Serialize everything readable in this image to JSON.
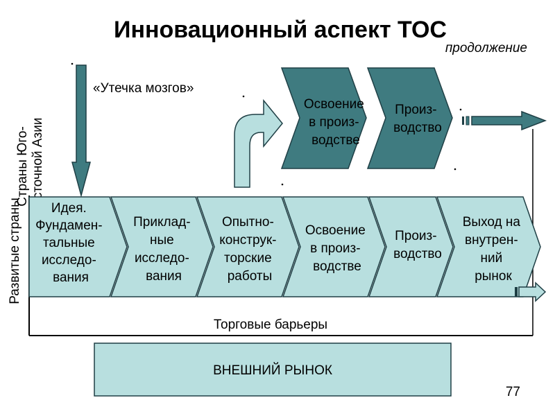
{
  "title": "Инновационный аспект ТОС",
  "subtitle": "продолжение",
  "row_labels": {
    "sea": [
      "Страны Юго-",
      "Восточной Азии"
    ],
    "developed": [
      "Развитые страны"
    ]
  },
  "brain_drain": "«Утечка мозгов»",
  "upper_chevrons": [
    {
      "lines": [
        "Освоение",
        "в произ-",
        "водстве"
      ]
    },
    {
      "lines": [
        "Произ-",
        "водство"
      ]
    }
  ],
  "lower_chevrons": [
    {
      "lines": [
        "Идея.",
        "Фундамен-",
        "тальные",
        "исследо-",
        "вания"
      ]
    },
    {
      "lines": [
        "Приклад-",
        "ные",
        "исследо-",
        "вания"
      ]
    },
    {
      "lines": [
        "Опытно-",
        "конструк-",
        "торские",
        "работы"
      ]
    },
    {
      "lines": [
        "Освоение",
        "в произ-",
        "водстве"
      ]
    },
    {
      "lines": [
        "Произ-",
        "водство"
      ]
    },
    {
      "lines": [
        "Выход на",
        "внутрен-",
        "ний",
        "рынок"
      ]
    }
  ],
  "trade_barriers": "Торговые барьеры",
  "external_market": "ВНЕШНИЙ РЫНОК",
  "page_number": "77",
  "colors": {
    "dark_fill": "#3f7b80",
    "light_fill": "#b8dfdf",
    "stroke": "#1f3f45",
    "text": "#000000"
  }
}
